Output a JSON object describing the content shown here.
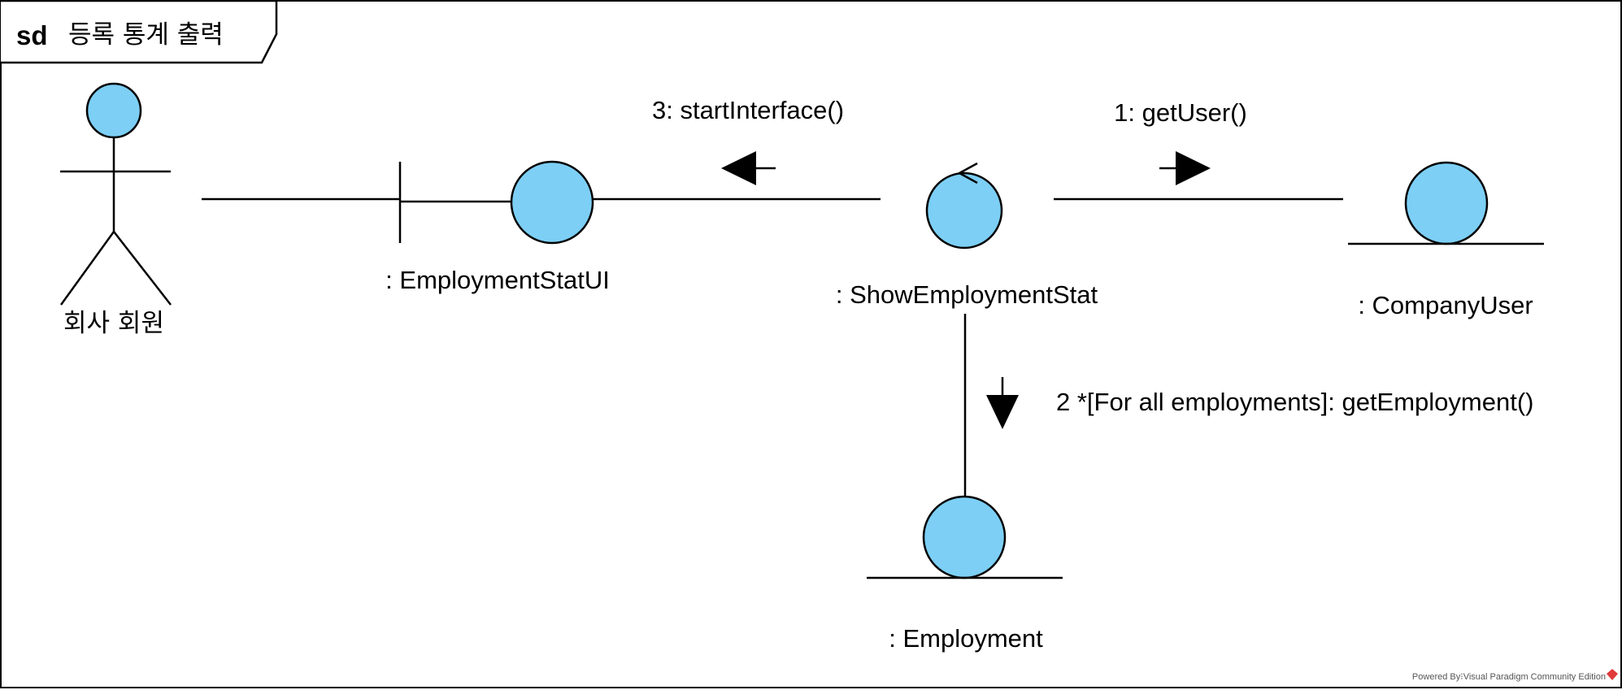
{
  "frame": {
    "keyword": "sd",
    "title": "등록 통계 출력"
  },
  "actor": {
    "name": "회사 회원"
  },
  "objects": {
    "boundary": {
      "label": ": EmploymentStatUI",
      "stereotype": "boundary"
    },
    "control": {
      "label": ": ShowEmploymentStat",
      "stereotype": "control"
    },
    "entity_company_user": {
      "label": ": CompanyUser",
      "stereotype": "entity"
    },
    "entity_employment": {
      "label": ": Employment",
      "stereotype": "entity"
    }
  },
  "messages": {
    "m1": {
      "text": "1: getUser()",
      "direction": "right"
    },
    "m2": {
      "text": "2 *[For all employments]: getEmployment()",
      "direction": "down"
    },
    "m3": {
      "text": "3: startInterface()",
      "direction": "left"
    }
  },
  "colors": {
    "object_fill": "#7dcff5",
    "line": "#000000"
  },
  "footer": {
    "text": "Powered By⁝Visual Paradigm Community Edition"
  }
}
